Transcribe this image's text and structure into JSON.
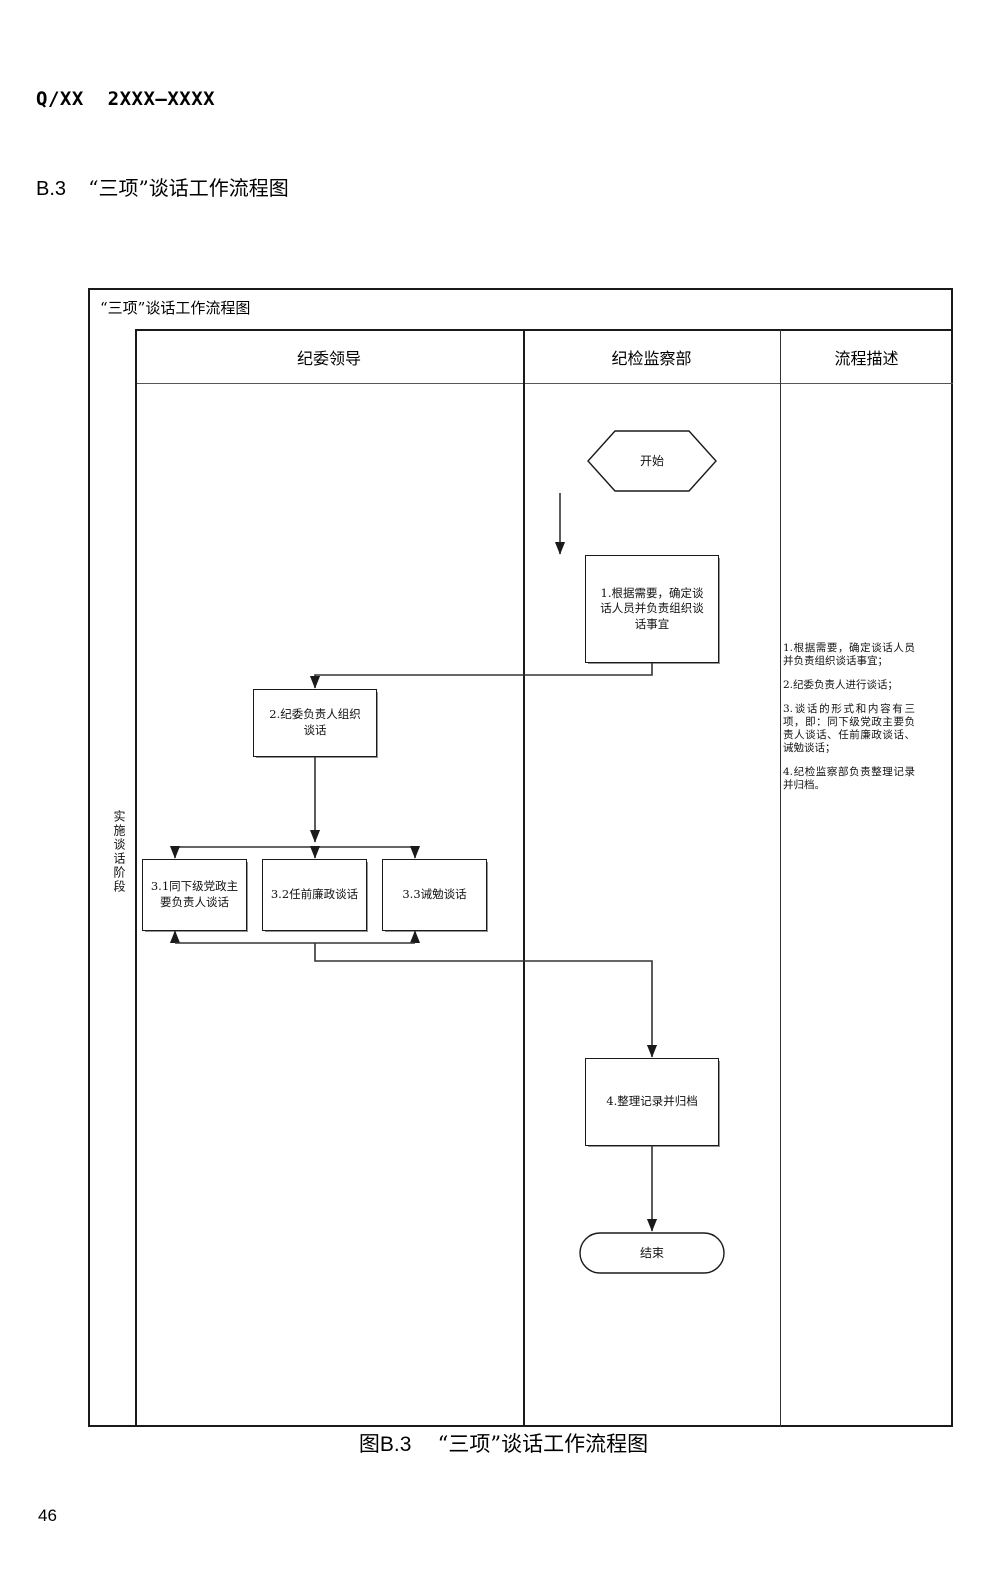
{
  "document": {
    "header_code": "Q/XX  2XXX—XXXX",
    "section_number": "B.3",
    "section_title": "“三项”谈话工作流程图",
    "page_number": "46",
    "figure_caption_number": "图B.3",
    "figure_caption_title": "“三项”谈话工作流程图"
  },
  "chart": {
    "title": "“三项”谈话工作流程图",
    "stage_label": "实施谈话阶段",
    "lanes": [
      {
        "label": "纪委领导"
      },
      {
        "label": "纪检监察部"
      },
      {
        "label": "流程描述"
      }
    ],
    "nodes": [
      {
        "id": "start",
        "shape": "hexagon",
        "lane": "纪检监察部",
        "label": "开始"
      },
      {
        "id": "n1",
        "shape": "rect",
        "lane": "纪检监察部",
        "label": "1.根据需要，确定谈\n话人员并负责组织谈\n话事宜"
      },
      {
        "id": "n2",
        "shape": "rect",
        "lane": "纪委领导",
        "label": "2.纪委负责人组织\n谈话"
      },
      {
        "id": "n31",
        "shape": "rect",
        "lane": "纪委领导",
        "label": "3.1同下级党政主\n要负责人谈话"
      },
      {
        "id": "n32",
        "shape": "rect",
        "lane": "纪委领导",
        "label": "3.2任前廉政谈话"
      },
      {
        "id": "n33",
        "shape": "rect",
        "lane": "纪委领导",
        "label": "3.3诫勉谈话"
      },
      {
        "id": "n4",
        "shape": "rect",
        "lane": "纪检监察部",
        "label": "4.整理记录并归档"
      },
      {
        "id": "end",
        "shape": "terminator",
        "lane": "纪检监察部",
        "label": "结束"
      }
    ],
    "description_items": [
      "1.根据需要，确定谈话人员并负责组织谈话事宜；",
      "2.纪委负责人进行谈话；",
      "3.谈话的形式和内容有三项，即：同下级党政主要负责人谈话、任前廉政谈话、诫勉谈话；",
      "4.纪检监察部负责整理记录并归档。"
    ]
  }
}
